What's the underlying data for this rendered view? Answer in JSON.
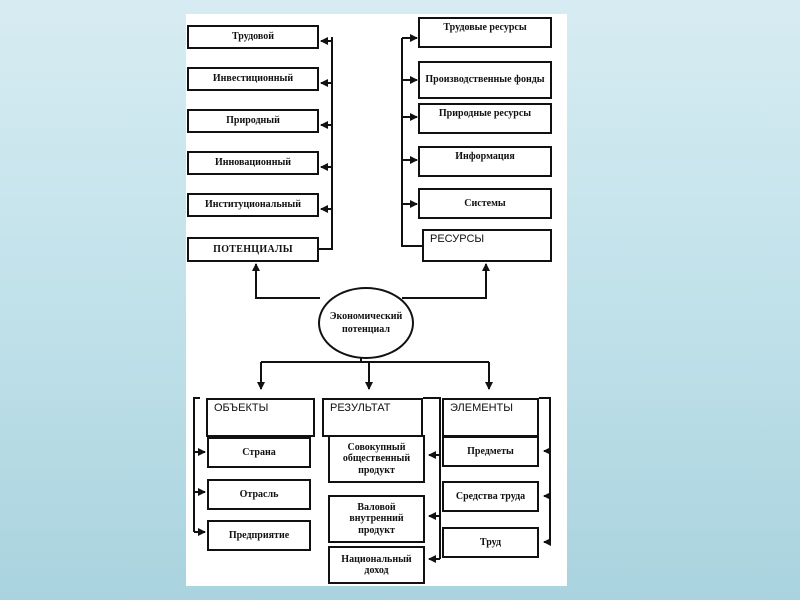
{
  "diagram": {
    "center": {
      "label_line1": "Экономический",
      "label_line2": "потенциал"
    },
    "potentials": {
      "header": "ПОТЕНЦИАЛЫ",
      "items": [
        "Трудовой",
        "Инвестиционный",
        "Природный",
        "Инновационный",
        "Институциональный"
      ]
    },
    "resources": {
      "header": "РЕСУРСЫ",
      "items": [
        "Трудовые ресурсы",
        "Производственные фонды",
        "Природные ресурсы",
        "Информация",
        "Системы"
      ]
    },
    "objects": {
      "header": "ОБЪЕКТЫ",
      "items": [
        "Страна",
        "Отрасль",
        "Предприятие"
      ]
    },
    "result": {
      "header": "РЕЗУЛЬТАТ",
      "items": [
        "Совокупный общественный продукт",
        "Валовой внутренний продукт",
        "Национальный доход"
      ]
    },
    "elements": {
      "header": "ЭЛЕМЕНТЫ",
      "items": [
        "Предметы",
        "Средства труда",
        "Труд"
      ]
    }
  }
}
